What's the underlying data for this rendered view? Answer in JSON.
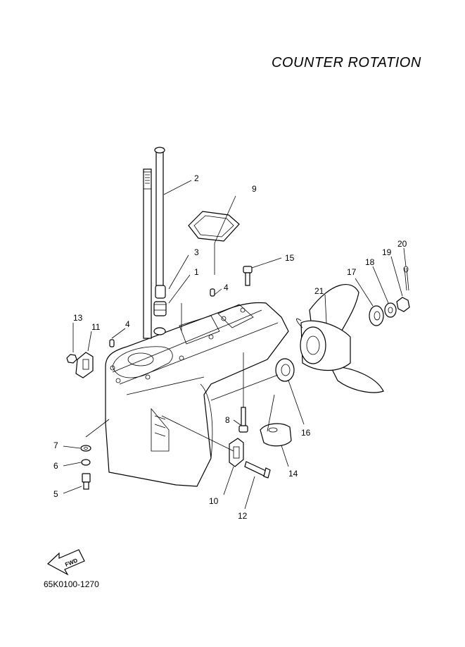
{
  "title": "COUNTER ROTATION",
  "diagram_code": "65K0100-1270",
  "fwd_icon": {
    "label": "FWD",
    "icon": "fwd-arrow-icon"
  },
  "callouts": [
    "1",
    "2",
    "3",
    "4",
    "4",
    "5",
    "6",
    "7",
    "8",
    "9",
    "10",
    "11",
    "12",
    "13",
    "14",
    "15",
    "16",
    "17",
    "18",
    "19",
    "20",
    "21"
  ]
}
